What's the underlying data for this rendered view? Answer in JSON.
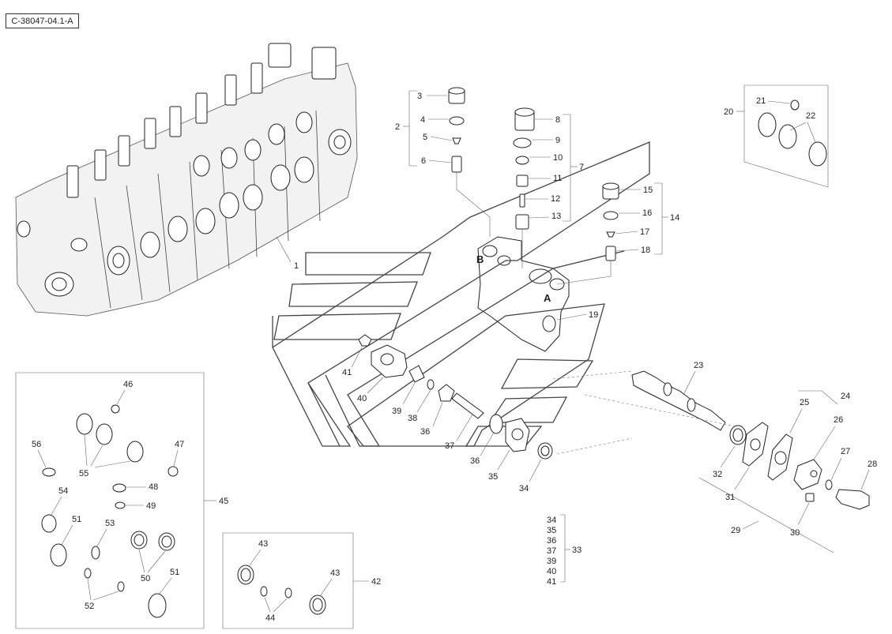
{
  "document_id": "C-38047-04.1-A",
  "callouts": {
    "c1": "1",
    "c2": "2",
    "c3": "3",
    "c4": "4",
    "c5": "5",
    "c6": "6",
    "c7": "7",
    "c8": "8",
    "c9": "9",
    "c10": "10",
    "c11": "11",
    "c12": "12",
    "c13": "13",
    "c14": "14",
    "c15": "15",
    "c16": "16",
    "c17": "17",
    "c18": "18",
    "c19": "19",
    "c20": "20",
    "c21": "21",
    "c22": "22",
    "c23": "23",
    "c24": "24",
    "c25": "25",
    "c26": "26",
    "c27": "27",
    "c28": "28",
    "c29": "29",
    "c30": "30",
    "c31": "31",
    "c32": "32",
    "c33": "33",
    "c34": "34",
    "c35": "35",
    "c36a": "36",
    "c36b": "36",
    "c37": "37",
    "c38": "38",
    "c39": "39",
    "c40": "40",
    "c41": "41",
    "c42": "42",
    "c43a": "43",
    "c43b": "43",
    "c44": "44",
    "c45": "45",
    "c46": "46",
    "c47": "47",
    "c48": "48",
    "c49": "49",
    "c50": "50",
    "c51a": "51",
    "c51b": "51",
    "c52": "52",
    "c53": "53",
    "c54": "54",
    "c55": "55",
    "c56": "56"
  },
  "kit_33_list": [
    "34",
    "35",
    "36",
    "37",
    "39",
    "40",
    "41"
  ],
  "port_letters": {
    "b": "B",
    "a": "A"
  }
}
